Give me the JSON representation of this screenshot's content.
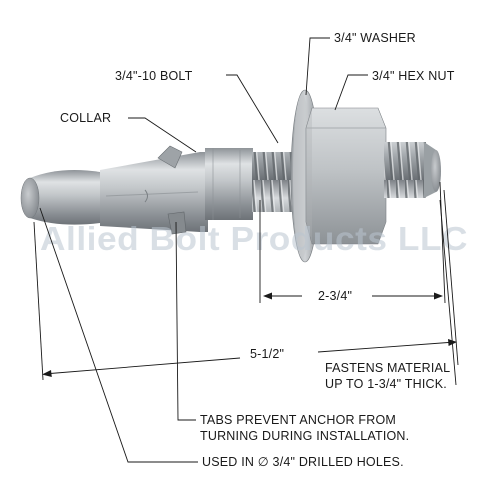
{
  "labels": {
    "washer": "3/4\" WASHER",
    "bolt": "3/4\"-10 BOLT",
    "hex_nut": "3/4\" HEX NUT",
    "collar": "COLLAR",
    "dim_thread": "2-3/4\"",
    "dim_overall": "5-1/2\"",
    "fastens_line1": "FASTENS MATERIAL",
    "fastens_line2": "UP TO 1-3/4\" THICK.",
    "tabs_line1": "TABS PREVENT ANCHOR FROM",
    "tabs_line2": "TURNING DURING INSTALLATION.",
    "used_in": "USED IN  ∅ 3/4\" DRILLED HOLES."
  },
  "watermark": "Allied Bolt Products LLC",
  "colors": {
    "steel_light": "#e4e6e8",
    "steel_mid": "#a9adb1",
    "steel_dark": "#6f7478",
    "line": "#1a1a1a",
    "watermark": "#b9c4cf"
  }
}
